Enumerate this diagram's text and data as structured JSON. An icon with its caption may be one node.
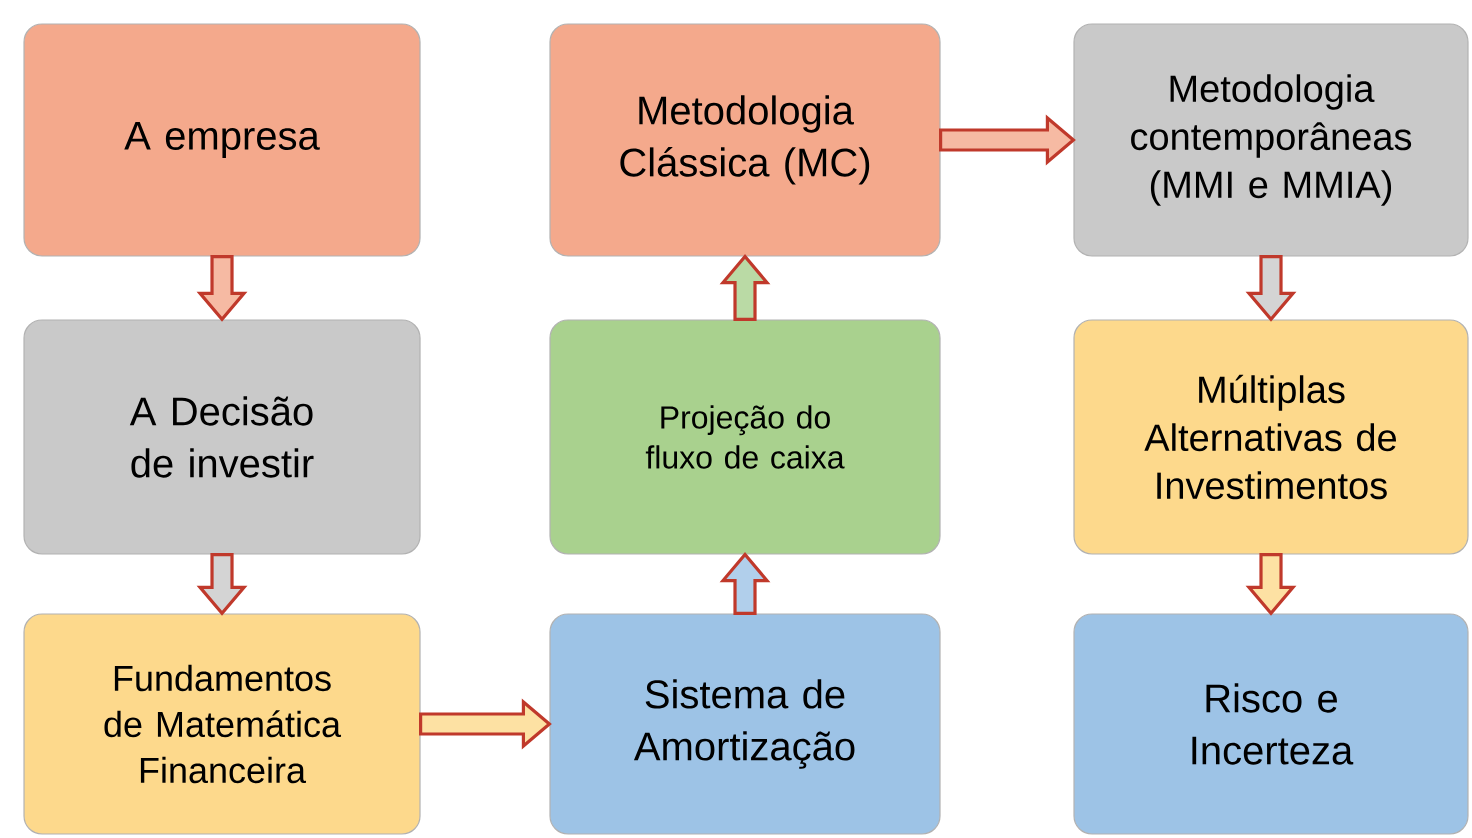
{
  "diagram": {
    "nodes": [
      {
        "text": [
          "A empresa"
        ]
      },
      {
        "text": [
          "Metodologia Clássica (MC)"
        ]
      },
      {
        "text": [
          "Metodologia contemporâneas (MMI e MMIA)"
        ]
      },
      {
        "text": [
          "A Decisão de investir"
        ]
      },
      {
        "text": [
          "Projeção do fluxo de caixa"
        ]
      },
      {
        "text": [
          "Múltiplas Alternativas de Investimentos"
        ]
      },
      {
        "text": [
          "Fundamentos de Matemática Financeira"
        ]
      },
      {
        "text": [
          "Sistema de Amortização"
        ]
      },
      {
        "text": [
          "Risco e Incerteza"
        ]
      }
    ],
    "edges": [
      {
        "from": 0,
        "to": 3,
        "arrow": "to"
      },
      {
        "from": 3,
        "to": 6,
        "arrow": "to"
      },
      {
        "from": 6,
        "to": 7,
        "arrow": "to"
      },
      {
        "from": 7,
        "to": 4,
        "arrow": "to"
      },
      {
        "from": 4,
        "to": 1,
        "arrow": "to"
      },
      {
        "from": 1,
        "to": 2,
        "arrow": "to"
      },
      {
        "from": 2,
        "to": 5,
        "arrow": "to"
      },
      {
        "from": 5,
        "to": 8,
        "arrow": "to"
      }
    ]
  }
}
